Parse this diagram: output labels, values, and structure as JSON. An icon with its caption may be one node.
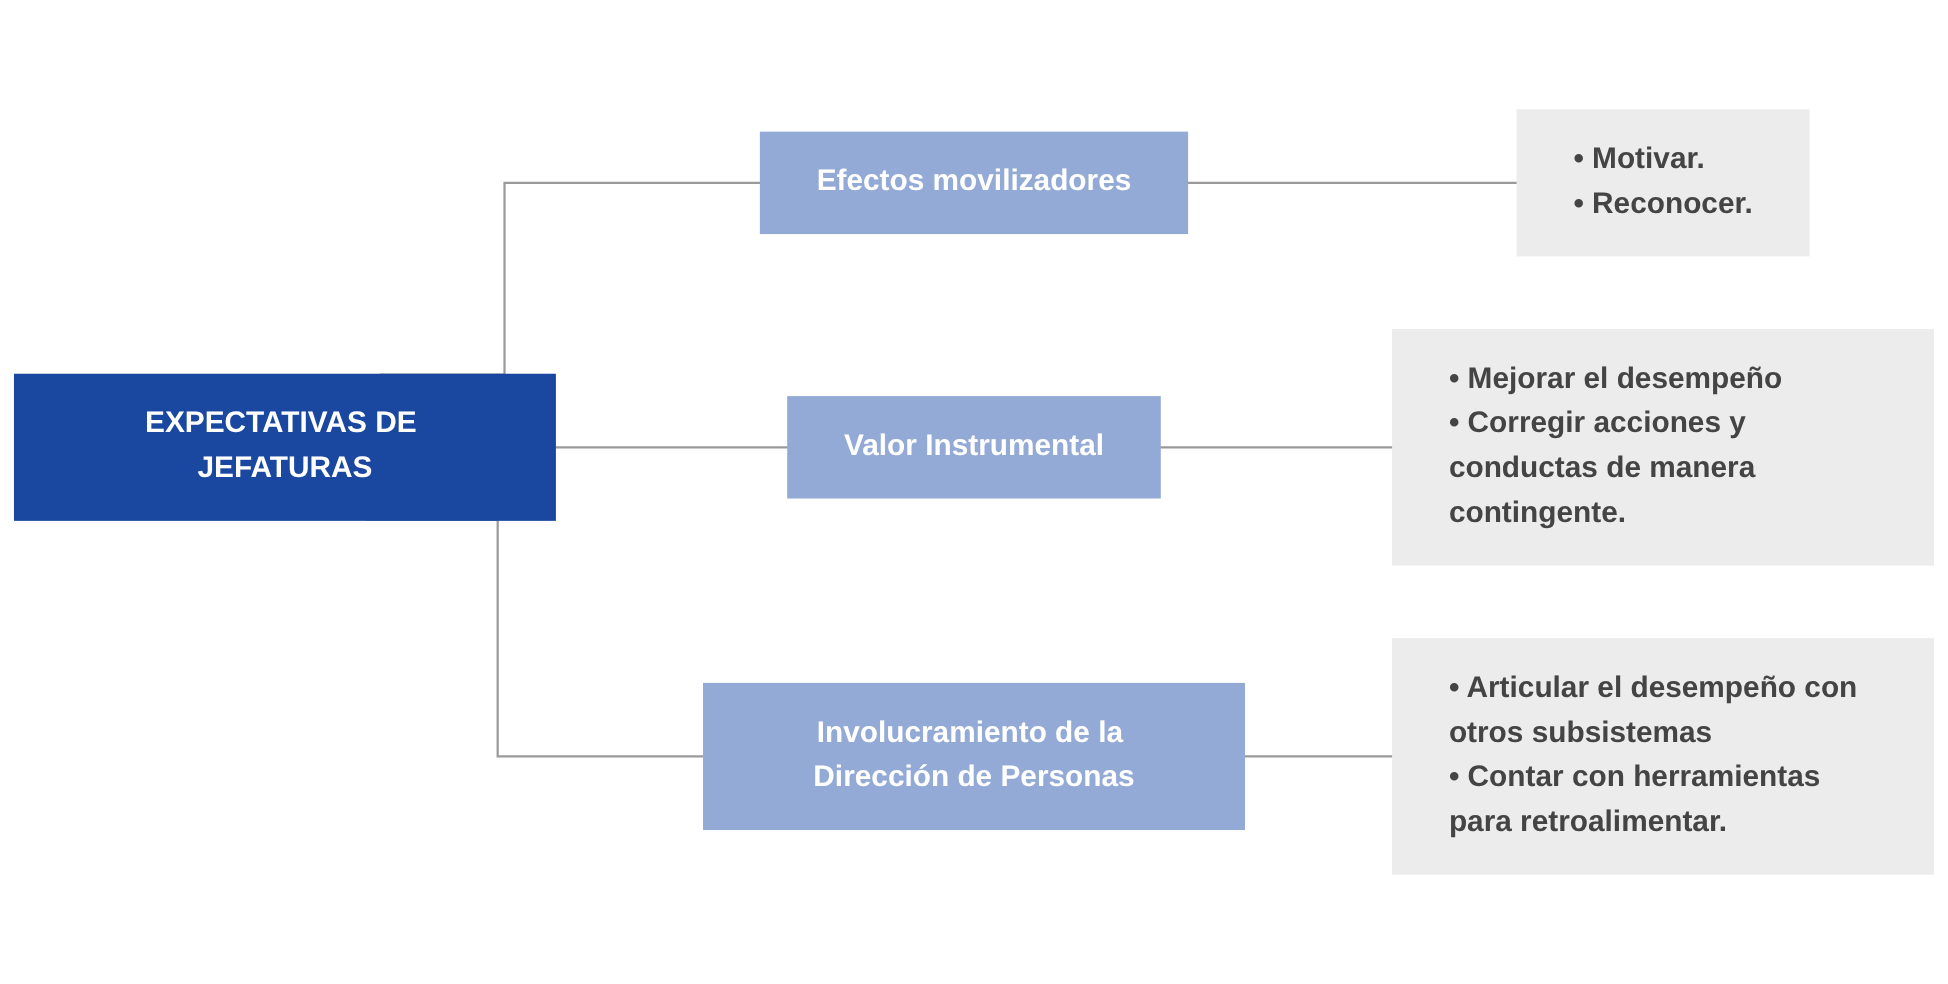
{
  "diagram": {
    "nodes": [
      {
        "text": [
          "EXPECTATIVAS DE JEFATURAS"
        ]
      },
      {
        "text": [
          "Efectos movilizadores"
        ]
      },
      {
        "text": [
          "Valor Instrumental"
        ]
      },
      {
        "text": [
          "Involucramiento de la Dirección de Personas"
        ]
      },
      {
        "text": [
          "• Motivar.",
          "• Reconocer."
        ]
      },
      {
        "text": [
          "• Mejorar el desempeño",
          "• Corregir acciones y conductas de manera contingente."
        ]
      },
      {
        "text": [
          "• Articular el desempeño con otros subsistemas",
          "• Contar con herramientas para retroalimentar."
        ]
      }
    ],
    "edges": [
      {
        "from": 0,
        "to": 1,
        "arrow": "none"
      },
      {
        "from": 0,
        "to": 2,
        "arrow": "none"
      },
      {
        "from": 0,
        "to": 3,
        "arrow": "none"
      },
      {
        "from": 1,
        "to": 4,
        "arrow": "none"
      },
      {
        "from": 2,
        "to": 5,
        "arrow": "none"
      },
      {
        "from": 3,
        "to": 6,
        "arrow": "none"
      }
    ]
  }
}
